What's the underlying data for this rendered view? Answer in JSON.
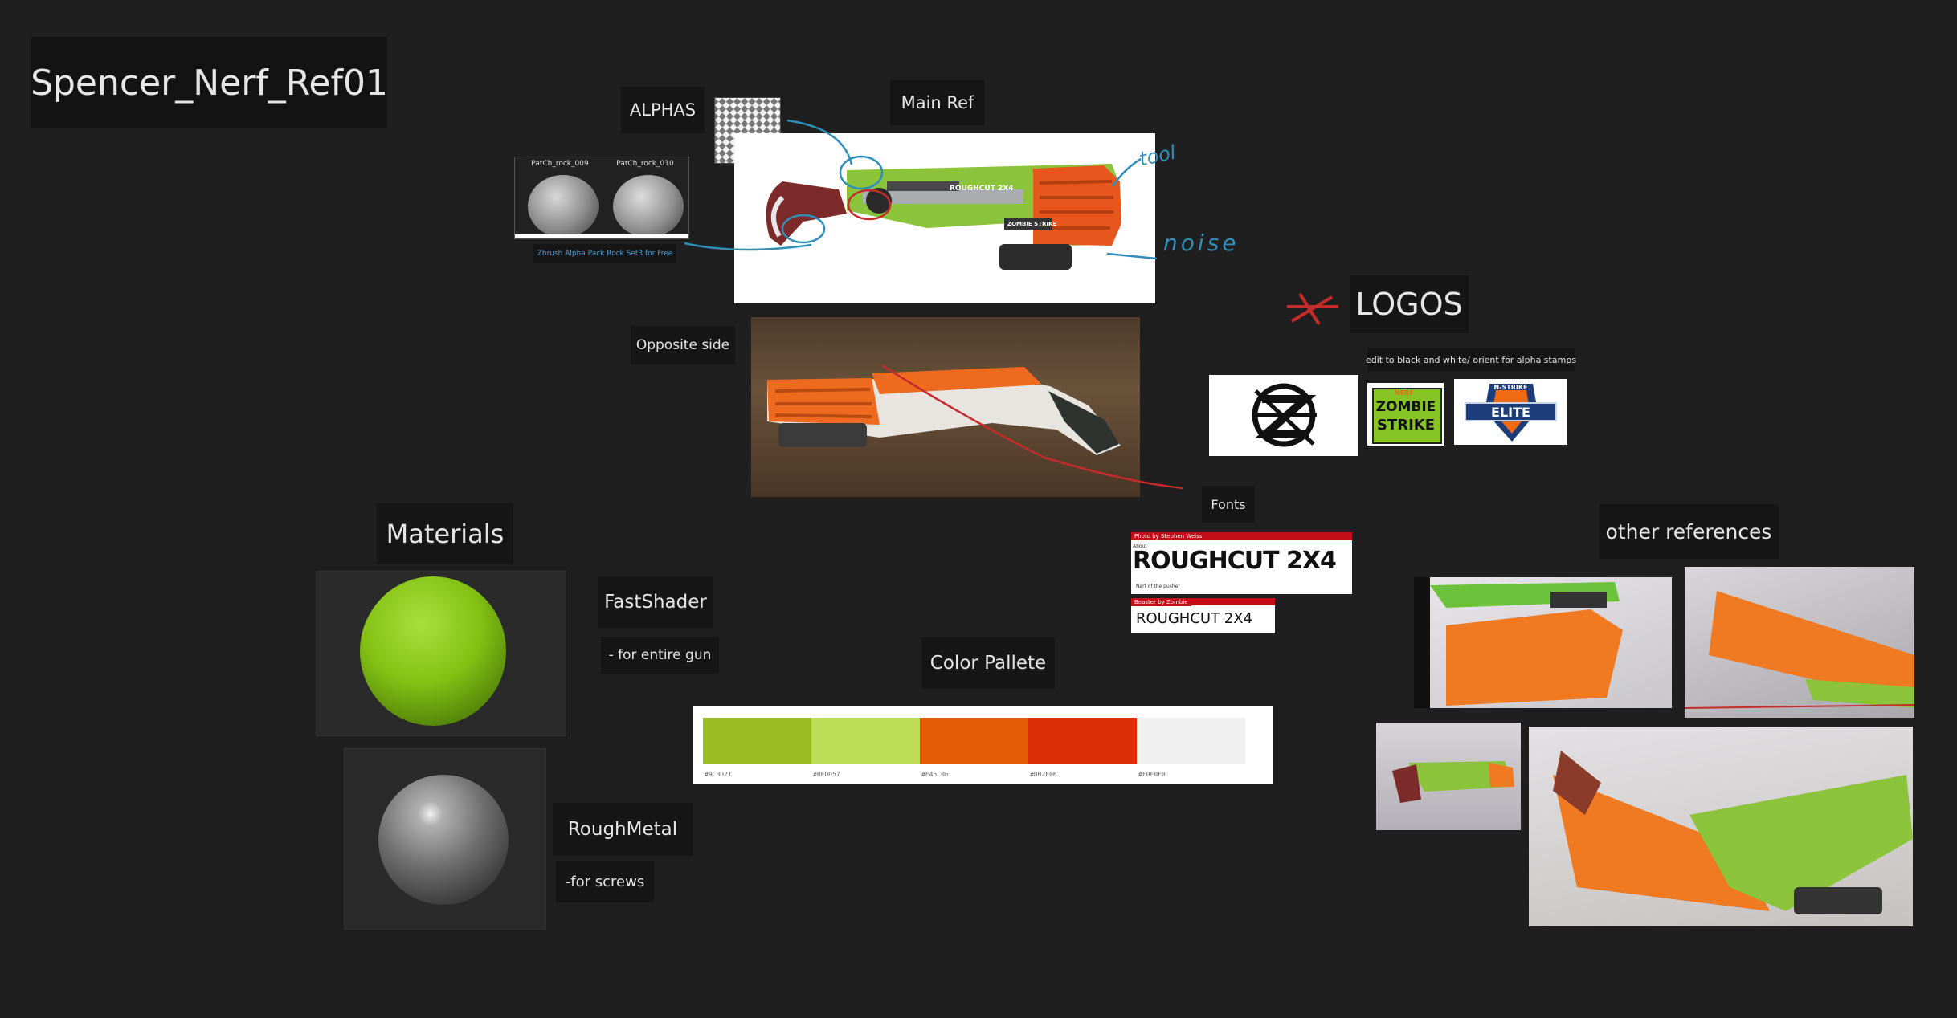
{
  "board": {
    "title": "Spencer_Nerf_Ref01",
    "labels": {
      "alphas": "ALPHAS",
      "main_ref": "Main Ref",
      "opposite_side": "Opposite side",
      "logos": "LOGOS",
      "logos_note": "edit to black and white/ orient for alpha stamps",
      "fonts": "Fonts",
      "materials": "Materials",
      "fastshader": "FastShader",
      "fastshader_note": "- for entire gun",
      "roughmetal": "RoughMetal",
      "roughmetal_note": "-for screws",
      "color_pallete": "Color Pallete",
      "other_references": "other references"
    }
  },
  "alpha_pack": {
    "items": [
      "PatCh_rock_009",
      "PatCh_rock_010"
    ],
    "caption": "Zbrush Alpha Pack Rock Set3 for Free"
  },
  "annotations": {
    "tool": "tool",
    "noise": "noise"
  },
  "main_ref_image": {
    "gun_text": "ROUGHCUT 2X4",
    "side_text": "ZOMBIE STRIKE"
  },
  "logos": {
    "zombie_strike_top": "NERF",
    "zombie_strike_1": "ZOMBIE",
    "zombie_strike_2": "STRIKE",
    "nstrike_top": "N-STRIKE",
    "nstrike_main": "ELITE"
  },
  "fonts_panel": {
    "card1_top": "Photo by Stephen Weiss",
    "card1_small": "About",
    "card1_main": "ROUGHCUT 2X4",
    "card1_sub": "Nerf of the pusher",
    "card2_top": "Beaster by Zombie",
    "card2_main": "ROUGHCUT 2X4"
  },
  "palette": {
    "colors": [
      "#9cbd21",
      "#bedd57",
      "#e45c06",
      "#db2e06",
      "#f0f0f0"
    ],
    "codes": [
      "#9CBD21",
      "#BEDD57",
      "#E45C06",
      "#DB2E06",
      "#F0F0F0"
    ]
  },
  "materials": {
    "fastshader_color": "#84c014",
    "roughmetal_color": "#8a8a8a"
  },
  "accent": {
    "annotation_blue": "#2f8fb8",
    "annotation_red": "#c42b2b"
  }
}
